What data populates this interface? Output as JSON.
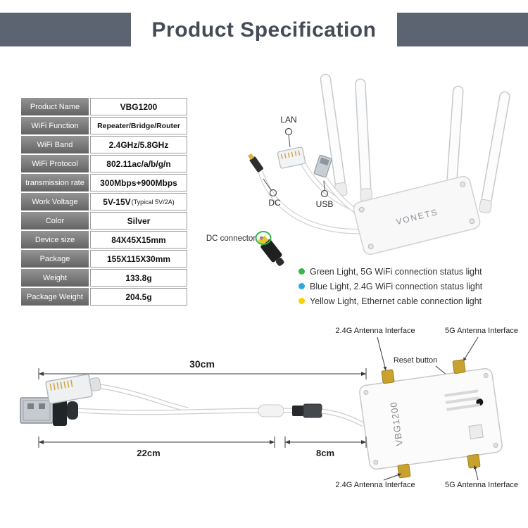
{
  "header": {
    "title": "Product Specification",
    "bar_color": "#5c6472"
  },
  "spec_table": {
    "rows": [
      {
        "label": "Product Name",
        "value": "VBG1200"
      },
      {
        "label": "WiFi Function",
        "value": "Repeater/Bridge/Router"
      },
      {
        "label": "WiFi Band",
        "value": "2.4GHz/5.8GHz"
      },
      {
        "label": "WiFi Protocol",
        "value": "802.11ac/a/b/g/n"
      },
      {
        "label": "transmission rate",
        "value": "300Mbps+900Mbps"
      },
      {
        "label": "Work Voltage",
        "value": "5V-15V",
        "value_suffix": "(Typical 5V/2A)"
      },
      {
        "label": "Color",
        "value": "Silver"
      },
      {
        "label": "Device size",
        "value": "84X45X15mm"
      },
      {
        "label": "Package",
        "value": "155X115X30mm"
      },
      {
        "label": "Weight",
        "value": "133.8g"
      },
      {
        "label": "Package Weight",
        "value": "204.5g"
      }
    ]
  },
  "callouts": {
    "lan": "LAN",
    "dc": "DC",
    "usb": "USB",
    "dc_connector": "DC connector"
  },
  "legend": {
    "items": [
      {
        "color": "#3cb54a",
        "text": "Green Light, 5G WiFi connection status light"
      },
      {
        "color": "#2aa9e0",
        "text": "Blue Light, 2.4G WiFi connection status light"
      },
      {
        "color": "#f5d500",
        "text": "Yellow Light, Ethernet cable connection light"
      }
    ]
  },
  "dimensions": {
    "total": "30cm",
    "cable": "22cm",
    "adapter": "8cm"
  },
  "interfaces": {
    "top_left": "2.4G Antenna Interface",
    "top_right": "5G Antenna Interface",
    "reset": "Reset button",
    "bottom_left": "2.4G Antenna Interface",
    "bottom_right": "5G Antenna Interface"
  },
  "device": {
    "brand": "VONETS",
    "model": "VBG1200"
  }
}
